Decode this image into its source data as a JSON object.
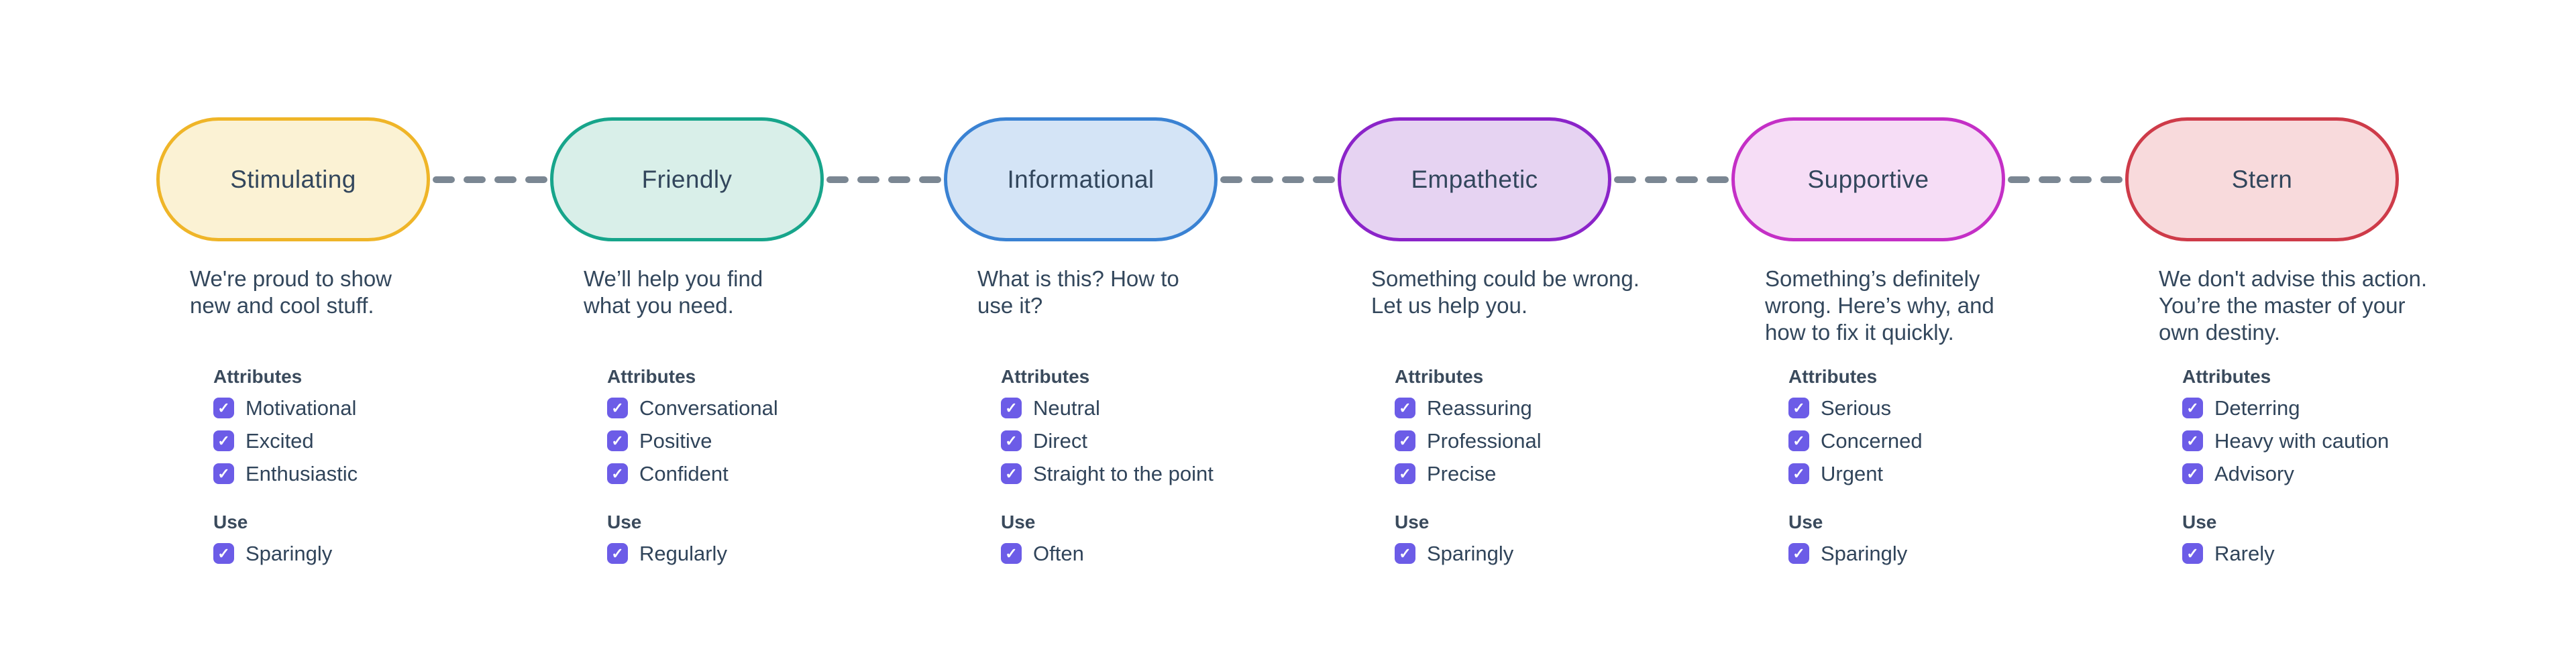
{
  "diagram": {
    "colors": {
      "checkbox": "#6C5CE7",
      "connector": "#7B8793",
      "background": "#FFFFFF",
      "text": "#33475A"
    },
    "tones": [
      {
        "name": "Stimulating",
        "fill": "#FBF2D4",
        "border": "#EFB528",
        "description": "We're proud to show\nnew and cool stuff.",
        "attributes_label": "Attributes",
        "attributes": [
          "Motivational",
          "Excited",
          "Enthusiastic"
        ],
        "use_label": "Use",
        "use": "Sparingly"
      },
      {
        "name": "Friendly",
        "fill": "#D9EFE9",
        "border": "#17A58B",
        "description": "We’ll help you find\nwhat you need.",
        "attributes_label": "Attributes",
        "attributes": [
          "Conversational",
          "Positive",
          "Confident"
        ],
        "use_label": "Use",
        "use": "Regularly"
      },
      {
        "name": "Informational",
        "fill": "#D4E4F6",
        "border": "#3A82D3",
        "description": "What is this? How to\nuse it?",
        "attributes_label": "Attributes",
        "attributes": [
          "Neutral",
          "Direct",
          "Straight to the point"
        ],
        "use_label": "Use",
        "use": "Often"
      },
      {
        "name": "Empathetic",
        "fill": "#E6D3F2",
        "border": "#8B24C9",
        "description": "Something could be wrong.\nLet us help you.",
        "attributes_label": "Attributes",
        "attributes": [
          "Reassuring",
          "Professional",
          "Precise"
        ],
        "use_label": "Use",
        "use": "Sparingly"
      },
      {
        "name": "Supportive",
        "fill": "#F6DDF6",
        "border": "#C42FC6",
        "description": "Something’s definitely\nwrong. Here’s why, and\nhow to fix it quickly.",
        "attributes_label": "Attributes",
        "attributes": [
          "Serious",
          "Concerned",
          "Urgent"
        ],
        "use_label": "Use",
        "use": "Sparingly"
      },
      {
        "name": "Stern",
        "fill": "#F8DADC",
        "border": "#CE3B49",
        "description": "We don't advise this action.\nYou’re the master of your\nown destiny.",
        "attributes_label": "Attributes",
        "attributes": [
          "Deterring",
          "Heavy with caution",
          "Advisory"
        ],
        "use_label": "Use",
        "use": "Rarely"
      }
    ]
  }
}
